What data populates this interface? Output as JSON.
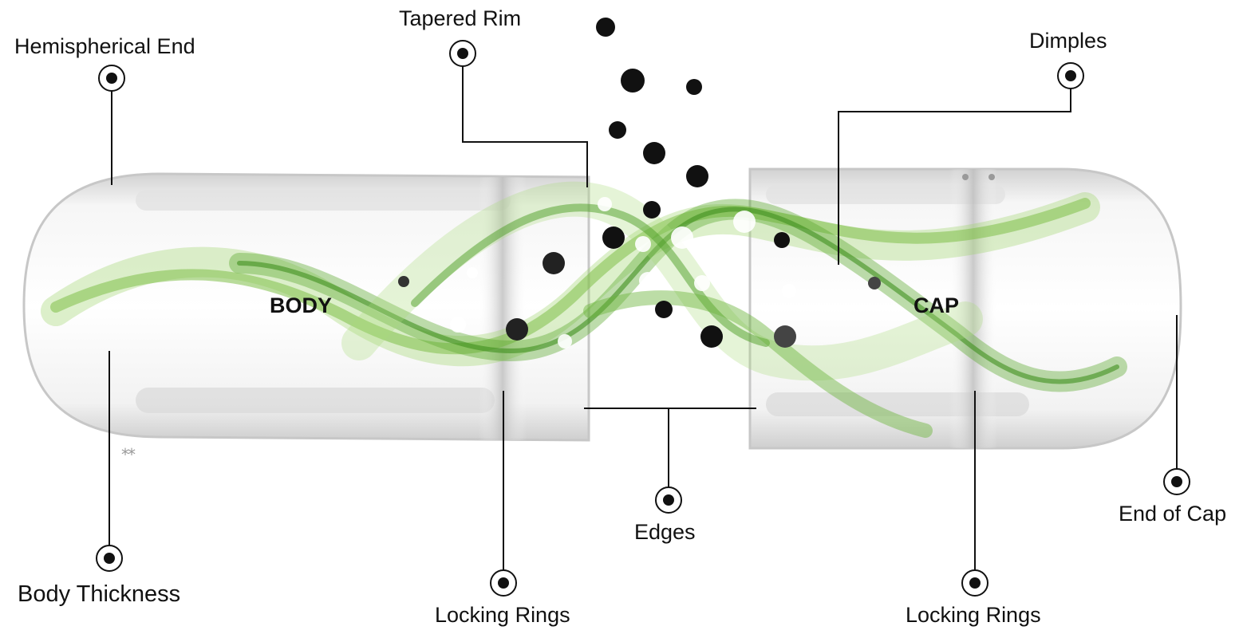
{
  "parts": {
    "body": "BODY",
    "cap": "CAP"
  },
  "labels": {
    "hemispherical_end": "Hemispherical End",
    "tapered_rim": "Tapered Rim",
    "dimples": "Dimples",
    "body_thickness": "Body Thickness",
    "locking_rings_left": "Locking Rings",
    "edges": "Edges",
    "locking_rings_right": "Locking Rings",
    "end_of_cap": "End of Cap"
  },
  "mark": "**",
  "colors": {
    "ribbon_light": "#9fd36a",
    "ribbon_dark": "#3f8f1e",
    "leader": "#111111",
    "dot": "#111111",
    "shell": "#e6e6e6"
  }
}
